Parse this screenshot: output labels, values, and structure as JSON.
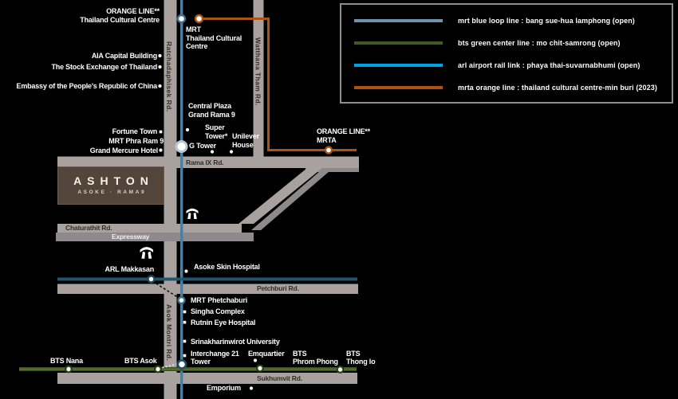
{
  "legend": {
    "items": [
      {
        "label": "mrt blue loop line : bang sue-hua lamphong (open)",
        "color": "#6d93af"
      },
      {
        "label": "bts green center line : mo chit-samrong (open)",
        "color": "#3f5c20"
      },
      {
        "label": "arl airport rail link : phaya thai-suvarnabhumi (open)",
        "color": "#00a2e5"
      },
      {
        "label": "mrta orange line : thailand cultural centre-min buri (2023)",
        "color": "#ac5313"
      }
    ]
  },
  "project": {
    "name": "ASHTON",
    "tagline": "ASOKE · RAMA9"
  },
  "stations": {
    "orange_cultural_centre": "ORANGE LINE**\nThailand Cultural Centre",
    "mrt_cultural_centre": "MRT\nThailand Cultural\nCentre",
    "mrt_phra_ram9": "MRT Phra Ram 9",
    "orange_mrta": "ORANGE LINE**\nMRTA",
    "arl_makkasan": "ARL Makkasan",
    "mrt_phetchaburi": "MRT Phetchaburi",
    "bts_nana": "BTS Nana",
    "bts_asok": "BTS Asok",
    "bts_phrom_phong": "BTS\nPhrom Phong",
    "bts_thong_lo": "BTS\nThong lo"
  },
  "places": {
    "aia": "AIA Capital Building",
    "stock_exchange": "The Stock Exchange of Thailand",
    "embassy_china": "Embassy of the People's Republic of China",
    "central_plaza": "Central Plaza\nGrand Rama 9",
    "fortune_town": "Fortune Town",
    "grand_mercure": "Grand Mercure Hotel",
    "g_tower": "G Tower",
    "super_tower": "Super\nTower*",
    "unilever_house": "Unilever\nHouse",
    "asoke_skin_hospital": "Asoke Skin Hospital",
    "singha_complex": "Singha Complex",
    "rutnin_eye_hospital": "Rutnin Eye Hospital",
    "srinakharinwirot": "Srinakharinwirot University",
    "interchange21": "Interchange 21\nTower",
    "emquartier": "Emquartier",
    "emporium": "Emporium"
  },
  "roads": {
    "rama9": "Rama IX Rd.",
    "ratchadaphisek": "Ratchadaphisek Rd.",
    "watthana_tham": "Watthana Tham Rd.",
    "chaturathit": "Chaturathit Rd.",
    "expressway": "Expressway",
    "petchburi": "Petchburi Rd.",
    "asok_montri": "Asok Montri Rd.",
    "sukhumvit": "Sukhumvit Rd."
  },
  "colors": {
    "background": "#000000",
    "road_light": "#a8a19d",
    "road_dark": "#8e898b",
    "mrt_blue_map": "#4c7e9e",
    "bts_green_map": "#3c5619",
    "arl_map": "#21566c",
    "orange_map": "#aa5517",
    "ashton_brown": "#54453b"
  }
}
